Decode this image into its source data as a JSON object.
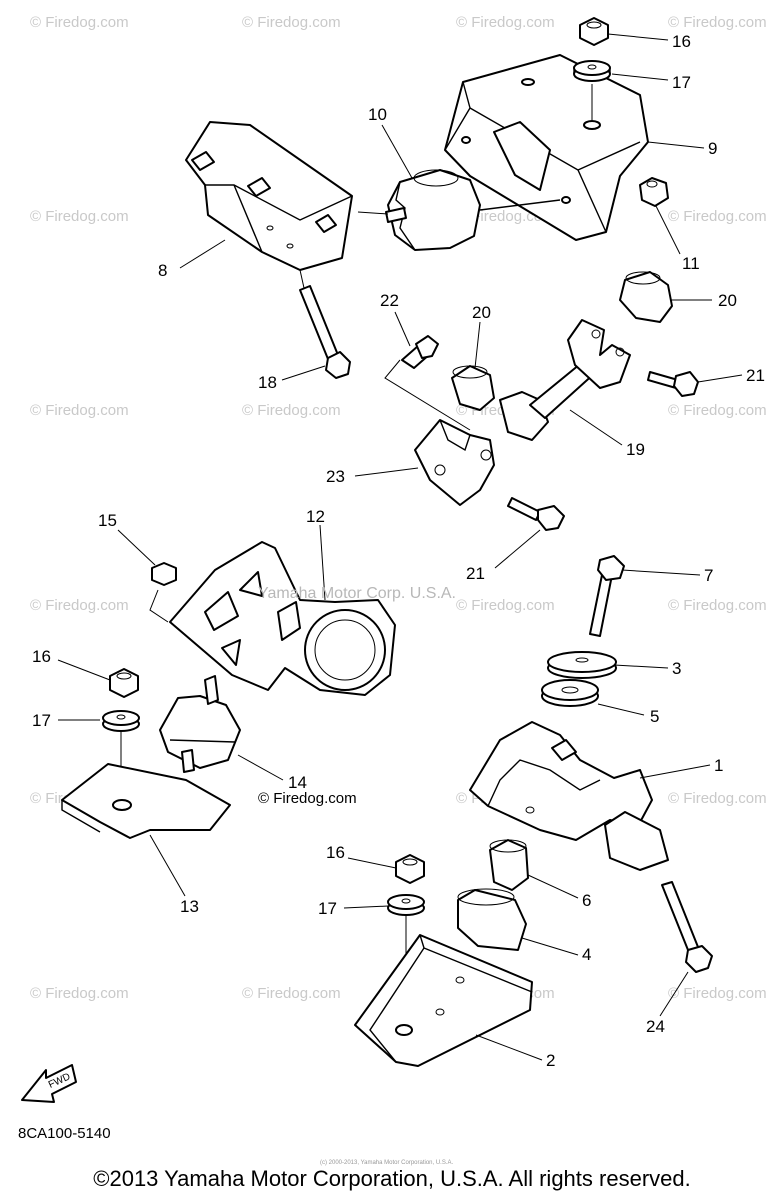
{
  "watermark": "© Firedog.com",
  "center_watermark": "Yamaha Motor Corp. U.S.A.",
  "mid_credit": "© Firedog.com",
  "diagram_code": "8CA100-5140",
  "copyright": "©2013 Yamaha Motor Corporation, U.S.A. All rights reserved.",
  "tiny_copyright": "(c) 2000-2013, Yamaha Motor Corporation, U.S.A.",
  "fwd_label": "FWD",
  "callouts": [
    "1",
    "2",
    "3",
    "4",
    "5",
    "6",
    "7",
    "8",
    "9",
    "10",
    "11",
    "12",
    "13",
    "14",
    "15",
    "16",
    "17",
    "18",
    "19",
    "20",
    "21",
    "22",
    "23",
    "24"
  ]
}
